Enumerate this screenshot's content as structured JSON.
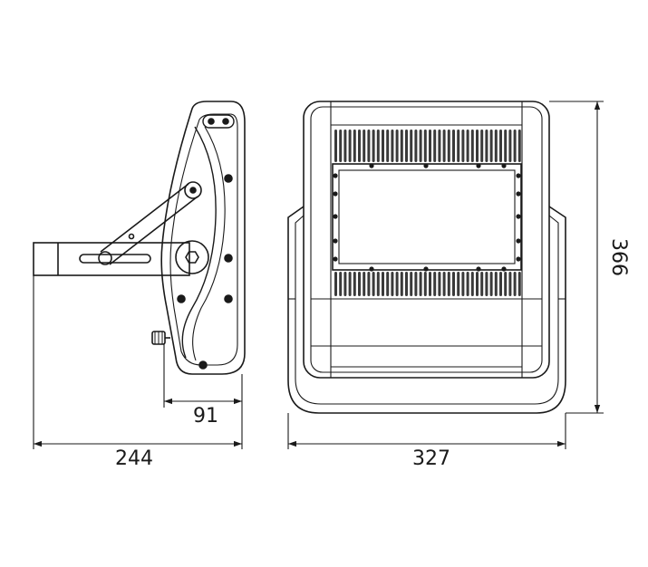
{
  "dimensions": {
    "side_depth": "91",
    "overall_depth": "244",
    "front_width": "327",
    "front_height": "366"
  },
  "colors": {
    "stroke": "#1a1a1a",
    "fin_fill": "#3a3a3a",
    "background": "#ffffff"
  }
}
